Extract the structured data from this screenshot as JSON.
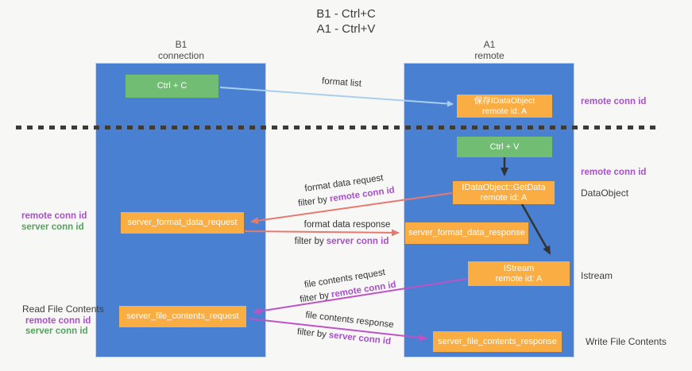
{
  "title": {
    "line1": "B1 - Ctrl+C",
    "line2": "A1 - Ctrl+V"
  },
  "lanes": {
    "left": {
      "name": "B1",
      "subtitle": "connection"
    },
    "right": {
      "name": "A1",
      "subtitle": "remote"
    }
  },
  "boxes": {
    "ctrl_c": "Ctrl + C",
    "ctrl_v": "Ctrl + V",
    "save_idataobject": {
      "line1": "保存IDataObject",
      "line2": "remote id: A"
    },
    "getdata": {
      "line1": "IDataObject::GetData",
      "line2": "remote id: A"
    },
    "istream": {
      "line1": "IStream",
      "line2": "remote id: A"
    },
    "format_request": "server_format_data_request",
    "format_response": "server_format_data_response",
    "file_request": "server_file_contents_request",
    "file_response": "server_file_contents_response"
  },
  "labels": {
    "format_list": "format list",
    "format_data_request": "format data request",
    "format_data_response": "format data response",
    "file_contents_request": "file contents request",
    "file_contents_response": "file contents response",
    "filter_by": "filter by",
    "remote_conn_id": "remote conn id",
    "server_conn_id": "server conn id",
    "dataobject": "DataObject",
    "istream_side": "Istream",
    "read_file_contents": "Read File Contents",
    "write_file_contents": "Write File Contents"
  },
  "colors": {
    "lane_blue": "#4a80d2",
    "box_orange": "#f9ad42",
    "box_green": "#71bd74",
    "arrow_black": "#333333",
    "arrow_salmon": "#e57b70",
    "arrow_magenta": "#bd53c5",
    "arrow_lightblue": "#a9cfee",
    "label_purple": "#a94fc8",
    "label_green": "#55a35e",
    "background": "#f7f7f6"
  }
}
